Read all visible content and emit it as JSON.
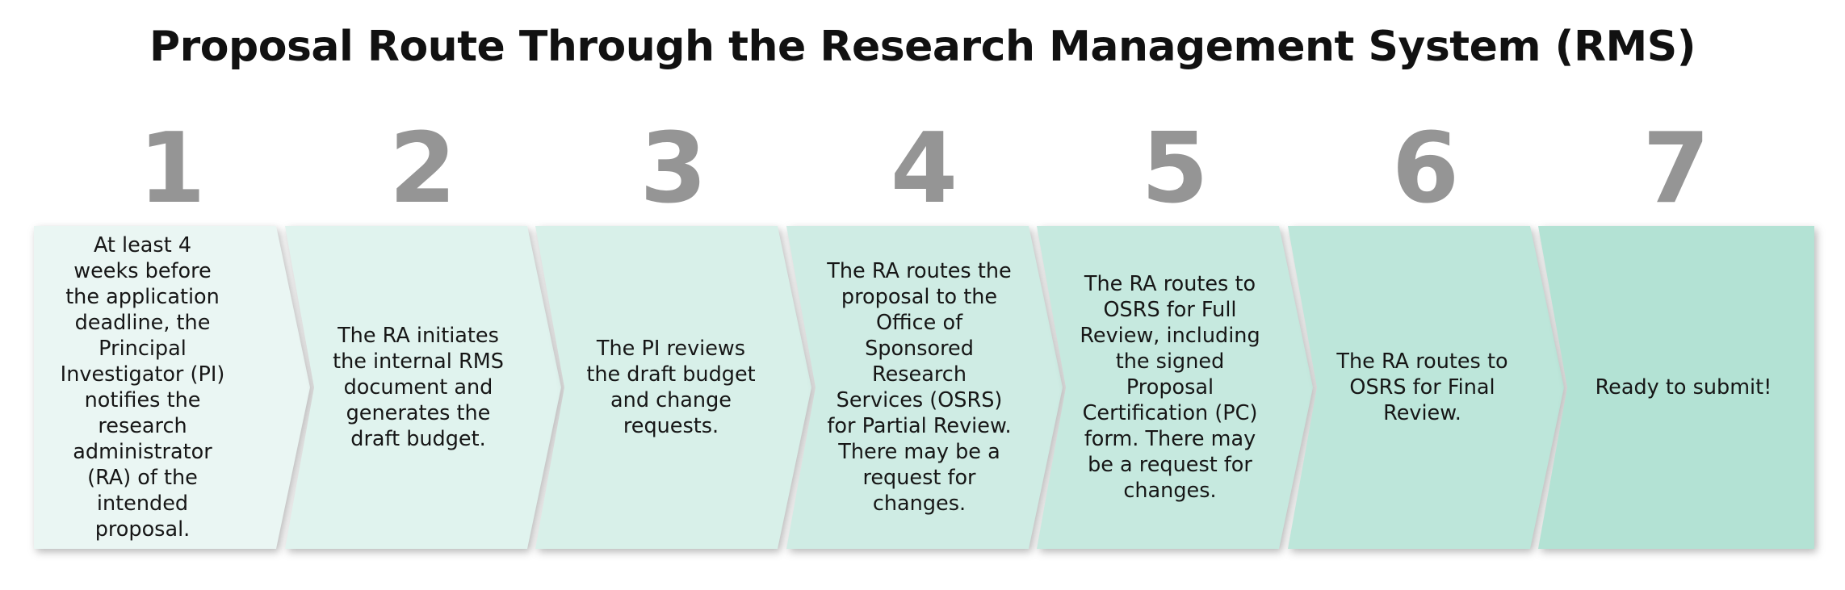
{
  "title": "Proposal Route Through the Research Management System (RMS)",
  "colors": {
    "number": "#959595",
    "text": "#161616"
  },
  "steps": [
    {
      "number": "1",
      "text": "At least 4 weeks before the application deadline, the Principal Investigator (PI) notifies the research administrator (RA) of the intended proposal.",
      "color": "#eaf6f3"
    },
    {
      "number": "2",
      "text": "The RA initiates the internal RMS document and generates the draft budget.",
      "color": "#e0f3ee"
    },
    {
      "number": "3",
      "text": "The PI reviews the draft budget and change requests.",
      "color": "#d8f0e9"
    },
    {
      "number": "4",
      "text": "The RA routes the proposal to the Office of Sponsored Research Services (OSRS) for Partial Review. There may be a request for changes.",
      "color": "#cfece4"
    },
    {
      "number": "5",
      "text": "The RA routes to OSRS for Full Review, including the signed Proposal Certification (PC) form. There may be a request for changes.",
      "color": "#c6e9df"
    },
    {
      "number": "6",
      "text": "The RA routes to OSRS for Final Review.",
      "color": "#bde6da"
    },
    {
      "number": "7",
      "text": "Ready to submit!",
      "color": "#b3e2d4"
    }
  ]
}
